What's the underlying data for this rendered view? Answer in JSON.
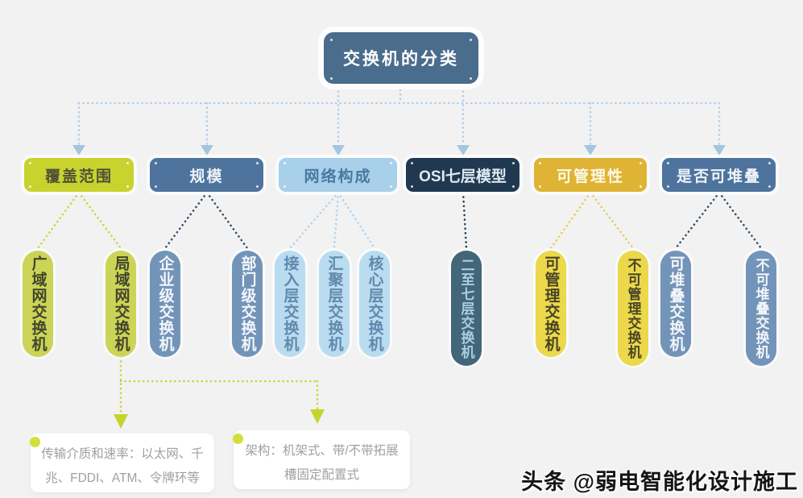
{
  "root": {
    "label": "交换机的分类"
  },
  "branches": [
    {
      "id": "coverage",
      "label": "覆盖范围",
      "children": [
        {
          "label": "广域网交换机"
        },
        {
          "label": "局域网交换机"
        }
      ]
    },
    {
      "id": "scale",
      "label": "规模",
      "children": [
        {
          "label": "企业级交换机"
        },
        {
          "label": "部门级交换机"
        }
      ]
    },
    {
      "id": "network-composition",
      "label": "网络构成",
      "children": [
        {
          "label": "接入层交换机"
        },
        {
          "label": "汇聚层交换机"
        },
        {
          "label": "核心层交换机"
        }
      ]
    },
    {
      "id": "osi-model",
      "label": "OSI七层模型",
      "children": [
        {
          "label": "二至七层交换机"
        }
      ]
    },
    {
      "id": "manageability",
      "label": "可管理性",
      "children": [
        {
          "label": "可管理交换机"
        },
        {
          "label": "不可管理交换机"
        }
      ]
    },
    {
      "id": "stackability",
      "label": "是否可堆叠",
      "children": [
        {
          "label": "可堆叠交换机"
        },
        {
          "label": "不可堆叠交换机"
        }
      ]
    }
  ],
  "notes": [
    {
      "text": "传输介质和速率：以太网、千兆、FDDI、ATM、令牌环等"
    },
    {
      "text": "架构：机架式、带/不带拓展槽固定配置式"
    }
  ],
  "watermark": "头条 @弱电智能化设计施工",
  "colors": {
    "background": "#f2f2f3",
    "root_box": "#4a6d8d",
    "lime": "#c8d32d",
    "blue": "#4e749d",
    "light_blue": "#a9d0ea",
    "navy": "#203950",
    "gold": "#dfb434",
    "pill_lime": "#cbd456",
    "pill_blue": "#7394b9",
    "pill_light_blue": "#badcf1",
    "pill_navy": "#436679",
    "pill_gold": "#ebd84b",
    "connector_light_blue": "#b4cfe5",
    "connector_lime": "#ccd63b",
    "connector_navy": "#32506b",
    "connector_gold": "#e7ce55"
  }
}
